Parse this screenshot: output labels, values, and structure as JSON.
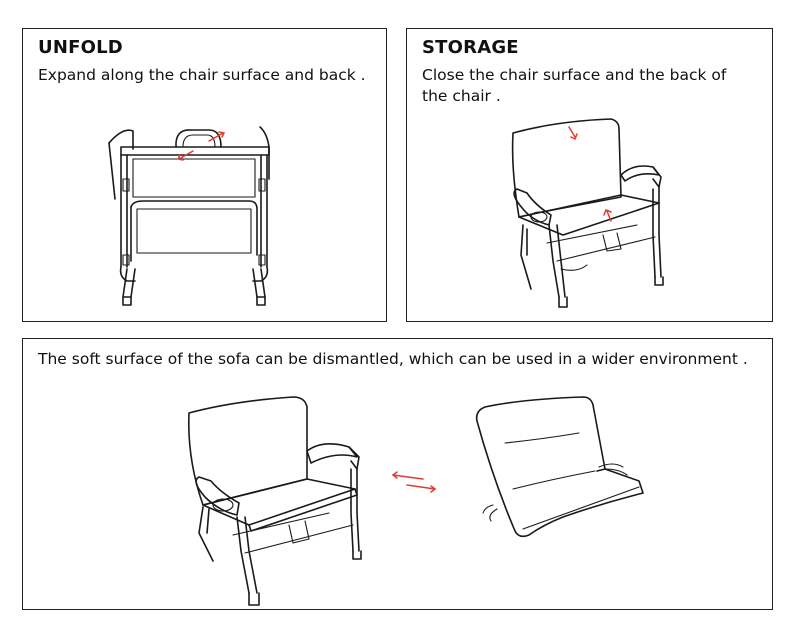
{
  "colors": {
    "arrow": "#e23b2e",
    "line": "#1a1a1a"
  },
  "unfold": {
    "title": "UNFOLD",
    "description": "Expand along the chair surface and back ."
  },
  "storage": {
    "title": "STORAGE",
    "description": "Close the chair surface and the back of the chair ."
  },
  "soft_surface": {
    "description": "The soft surface of the sofa can be dismantled, which can be used in a wider environment ."
  }
}
